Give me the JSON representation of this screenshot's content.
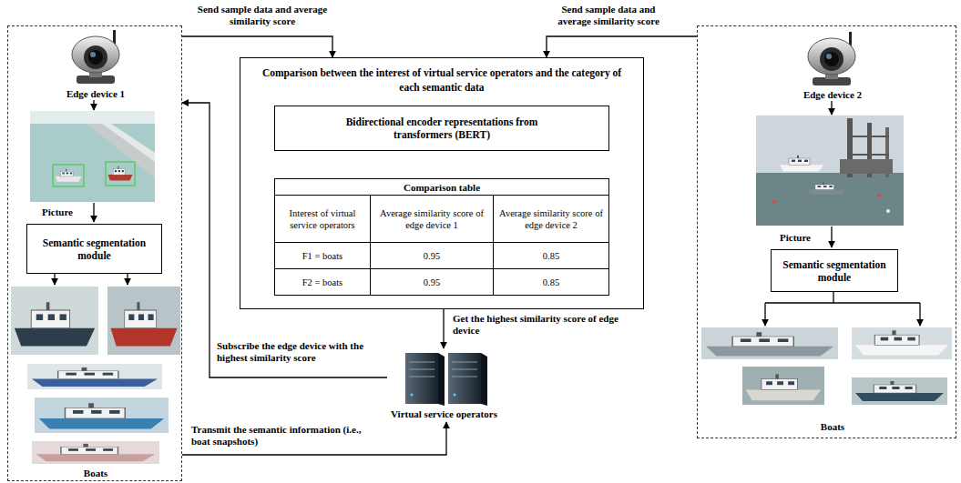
{
  "diagram": {
    "nodes": [
      {
        "text": [
          "Edge device 1",
          "Picture",
          "Boats"
        ]
      },
      {
        "text": [
          "Semantic segmentation module"
        ],
        "in": 0
      },
      {
        "text": [
          "Comparison between the interest of virtual service operators and the category of each semantic data"
        ]
      },
      {
        "text": [
          "Bidirectional encoder representations from transformers (BERT)"
        ],
        "in": 2
      },
      {
        "text": [
          "Comparison table"
        ],
        "in": 2
      },
      {
        "text": [
          "Edge device 2",
          "Picture",
          "Boats"
        ]
      },
      {
        "text": [
          "Semantic segmentation module"
        ],
        "in": 5
      },
      {
        "text": [
          "Virtual service operators"
        ]
      }
    ],
    "edges": [
      {
        "from": 0,
        "to": 2,
        "arrow": "to",
        "label": "Send sample data and average similarity score"
      },
      {
        "from": 5,
        "to": 2,
        "arrow": "to",
        "label": "Send sample data and average similarity score"
      },
      {
        "from": 3,
        "to": 4,
        "arrow": "to"
      },
      {
        "from": 2,
        "to": 7,
        "arrow": "to",
        "label": "Get the highest similarity score of edge device"
      },
      {
        "from": 7,
        "to": 0,
        "arrow": "to",
        "label": "Subscribe the edge device with the highest similarity score"
      },
      {
        "from": 0,
        "to": 7,
        "arrow": "to",
        "label": "Transmit the semantic information (i.e., boat snapshots)"
      }
    ],
    "labels": [
      "Interest of virtual service operators",
      "Average similarity score of edge device 1",
      "Average similarity score of edge device 2",
      "F1 = boats",
      "0.95",
      "0.85",
      "F2 = boats",
      "0.95",
      "0.85"
    ]
  }
}
